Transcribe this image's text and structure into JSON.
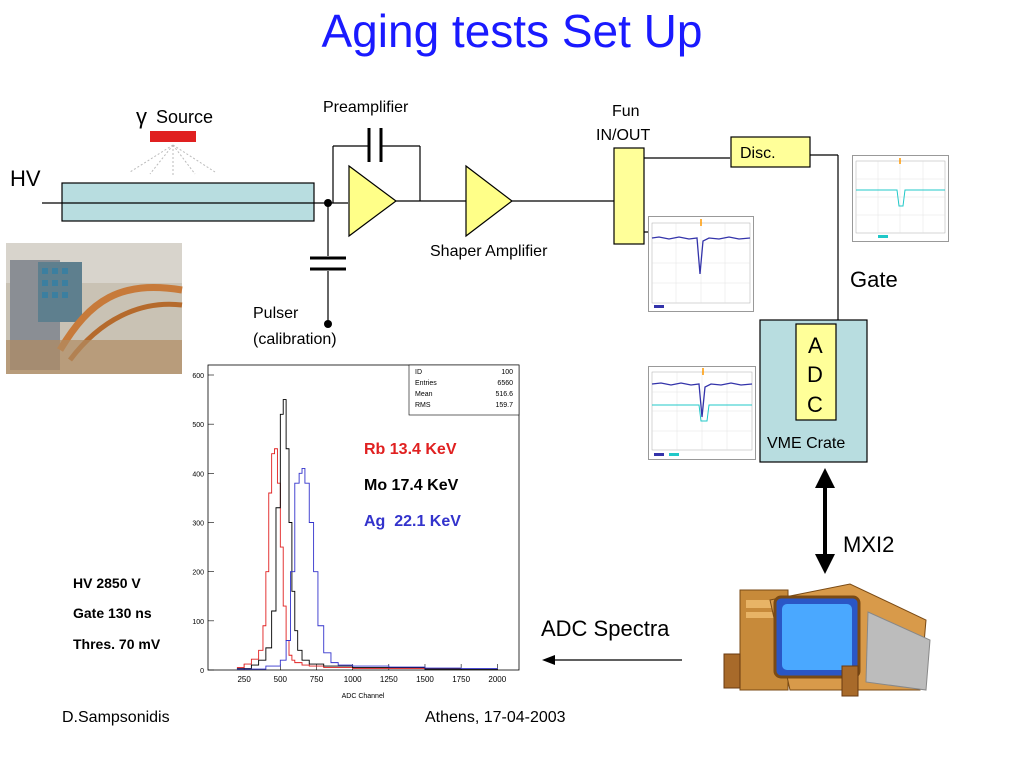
{
  "title": "Aging tests Set Up",
  "labels": {
    "gamma": "γ",
    "source": "Source",
    "hv": "HV",
    "preamplifier": "Preamplifier",
    "shaper": "Shaper Amplifier",
    "fun": "Fun",
    "in_out": "IN/OUT",
    "disc": "Disc.",
    "gate": "Gate",
    "pulser": "Pulser",
    "calibration": "(calibration)",
    "adc_letters": [
      "A",
      "D",
      "C"
    ],
    "vme_crate": "VME Crate",
    "mxi2": "MXI2",
    "adc_spectra": "ADC Spectra"
  },
  "settings": {
    "hv": "HV 2850 V",
    "gate": "Gate 130 ns",
    "thres": "Thres. 70 mV"
  },
  "footer": {
    "author": "D.Sampsonidis",
    "place_date": "Athens, 17-04-2003"
  },
  "colors": {
    "title": "#1a1aff",
    "amplifier_fill": "#ffff88",
    "detector_fill": "#b8dde0",
    "crate_fill": "#b8dde0",
    "source_red": "#e02020",
    "rb": "#e02020",
    "mo": "#000000",
    "ag": "#3333cc"
  },
  "chart_data": {
    "type": "line",
    "xlabel": "ADC Channel",
    "ylabel": "",
    "xlim": [
      0,
      2150
    ],
    "ylim": [
      0,
      600
    ],
    "xticks": [
      250,
      500,
      750,
      1000,
      1250,
      1500,
      1750,
      2000
    ],
    "yticks": [
      0,
      100,
      200,
      300,
      400,
      500,
      600
    ],
    "stats": [
      {
        "key": "ID",
        "value": "100"
      },
      {
        "key": "Entries",
        "value": "6560"
      },
      {
        "key": "Mean",
        "value": "516.6"
      },
      {
        "key": "RMS",
        "value": "159.7"
      }
    ],
    "series": [
      {
        "name": "Rb 13.4 KeV",
        "color": "#e02020",
        "x": [
          200,
          250,
          300,
          350,
          380,
          400,
          420,
          440,
          460,
          480,
          500,
          520,
          540,
          560,
          580,
          600,
          650,
          700,
          800,
          1000,
          1500,
          2000
        ],
        "y": [
          5,
          12,
          22,
          40,
          90,
          200,
          360,
          440,
          450,
          380,
          250,
          130,
          60,
          30,
          20,
          15,
          10,
          8,
          5,
          3,
          2,
          1
        ]
      },
      {
        "name": "Mo 17.4 KeV",
        "color": "#000000",
        "x": [
          200,
          300,
          350,
          400,
          440,
          470,
          500,
          520,
          540,
          560,
          580,
          600,
          620,
          650,
          700,
          800,
          1000,
          1500,
          2000
        ],
        "y": [
          3,
          10,
          20,
          45,
          120,
          330,
          520,
          550,
          450,
          300,
          160,
          80,
          40,
          20,
          12,
          8,
          5,
          2,
          1
        ]
      },
      {
        "name": "Ag  22.1 KeV",
        "color": "#3333cc",
        "x": [
          200,
          400,
          500,
          540,
          570,
          600,
          630,
          650,
          670,
          700,
          730,
          760,
          800,
          850,
          900,
          1000,
          1250,
          1500,
          1750,
          2000
        ],
        "y": [
          2,
          8,
          20,
          60,
          200,
          380,
          400,
          410,
          380,
          300,
          200,
          90,
          35,
          15,
          10,
          8,
          6,
          4,
          3,
          2
        ]
      }
    ]
  }
}
